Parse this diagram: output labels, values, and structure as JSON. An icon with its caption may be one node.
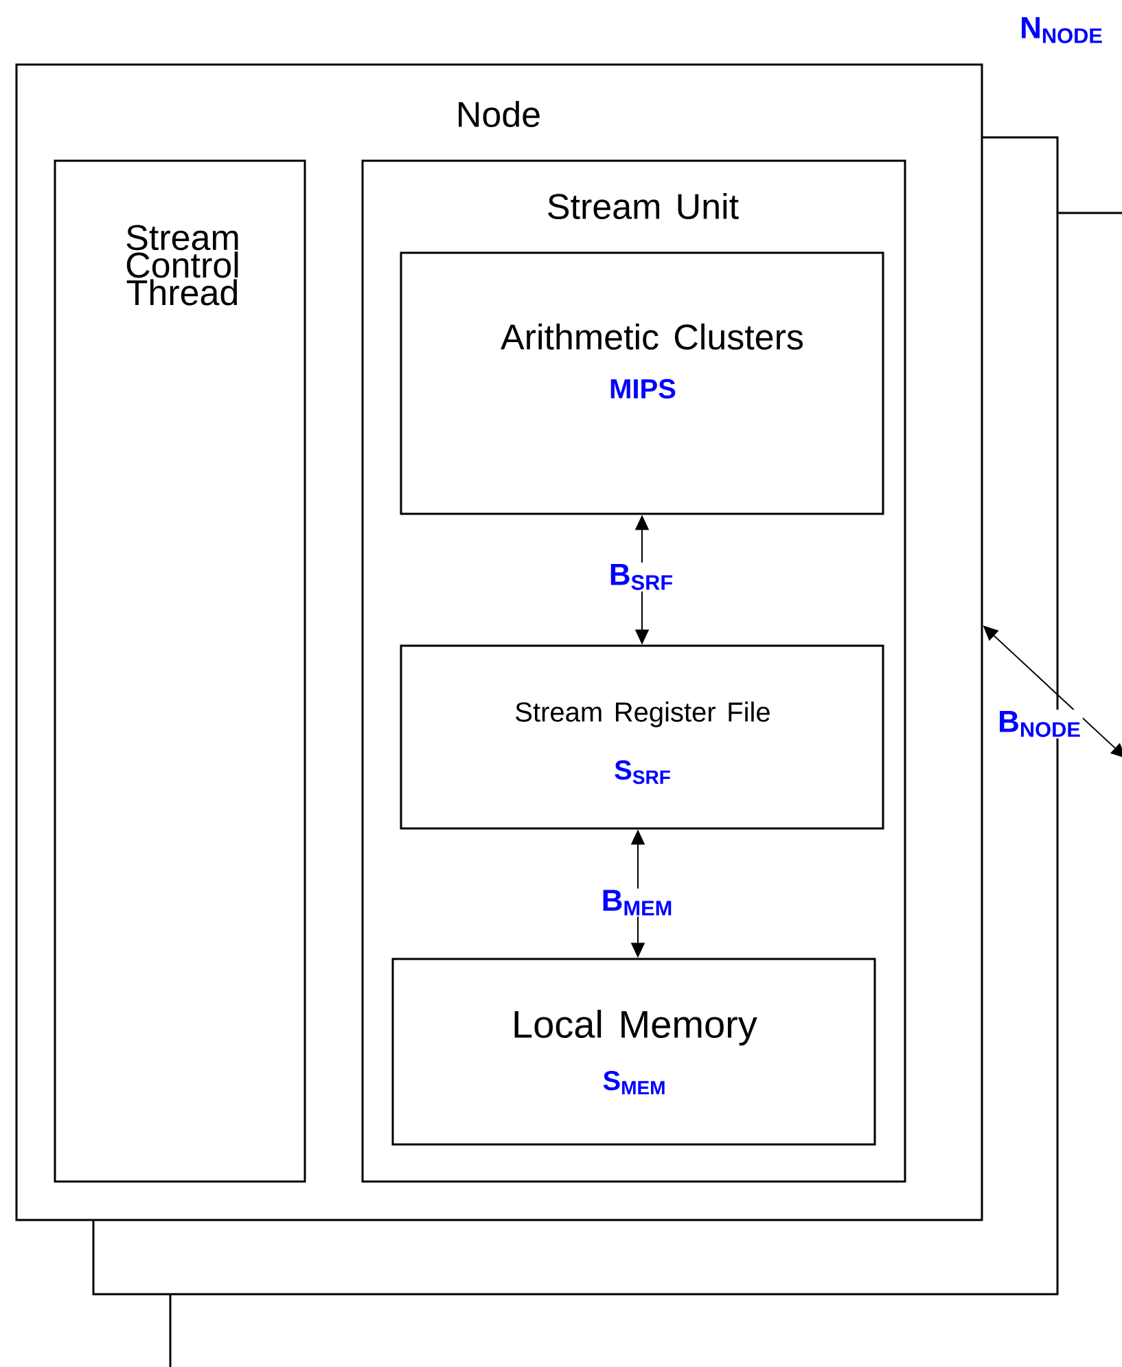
{
  "diagram": {
    "nodes": [
      {
        "text": [
          "Node"
        ]
      },
      {
        "text": [
          "Stream Control Thread"
        ],
        "in": 0
      },
      {
        "text": [
          "Stream Unit"
        ],
        "in": 0
      },
      {
        "text": [
          "Arithmetic Clusters",
          "MIPS"
        ],
        "in": 2
      },
      {
        "text": [
          "Stream Register File",
          "S$_{SRF}$"
        ],
        "in": 2
      },
      {
        "text": [
          "Local Memory",
          "S$_{MEM}$"
        ],
        "in": 2
      }
    ],
    "edges": [
      {
        "from": 3,
        "to": 4,
        "arrow": "both",
        "label": "B$_{SRF}$"
      },
      {
        "from": 4,
        "to": 5,
        "arrow": "both",
        "label": "B$_{MEM}$"
      },
      {
        "from": null,
        "to": 0,
        "arrow": "both",
        "label": "B$_{NODE}$"
      }
    ],
    "labels": [
      "N$_{NODE}$"
    ]
  }
}
